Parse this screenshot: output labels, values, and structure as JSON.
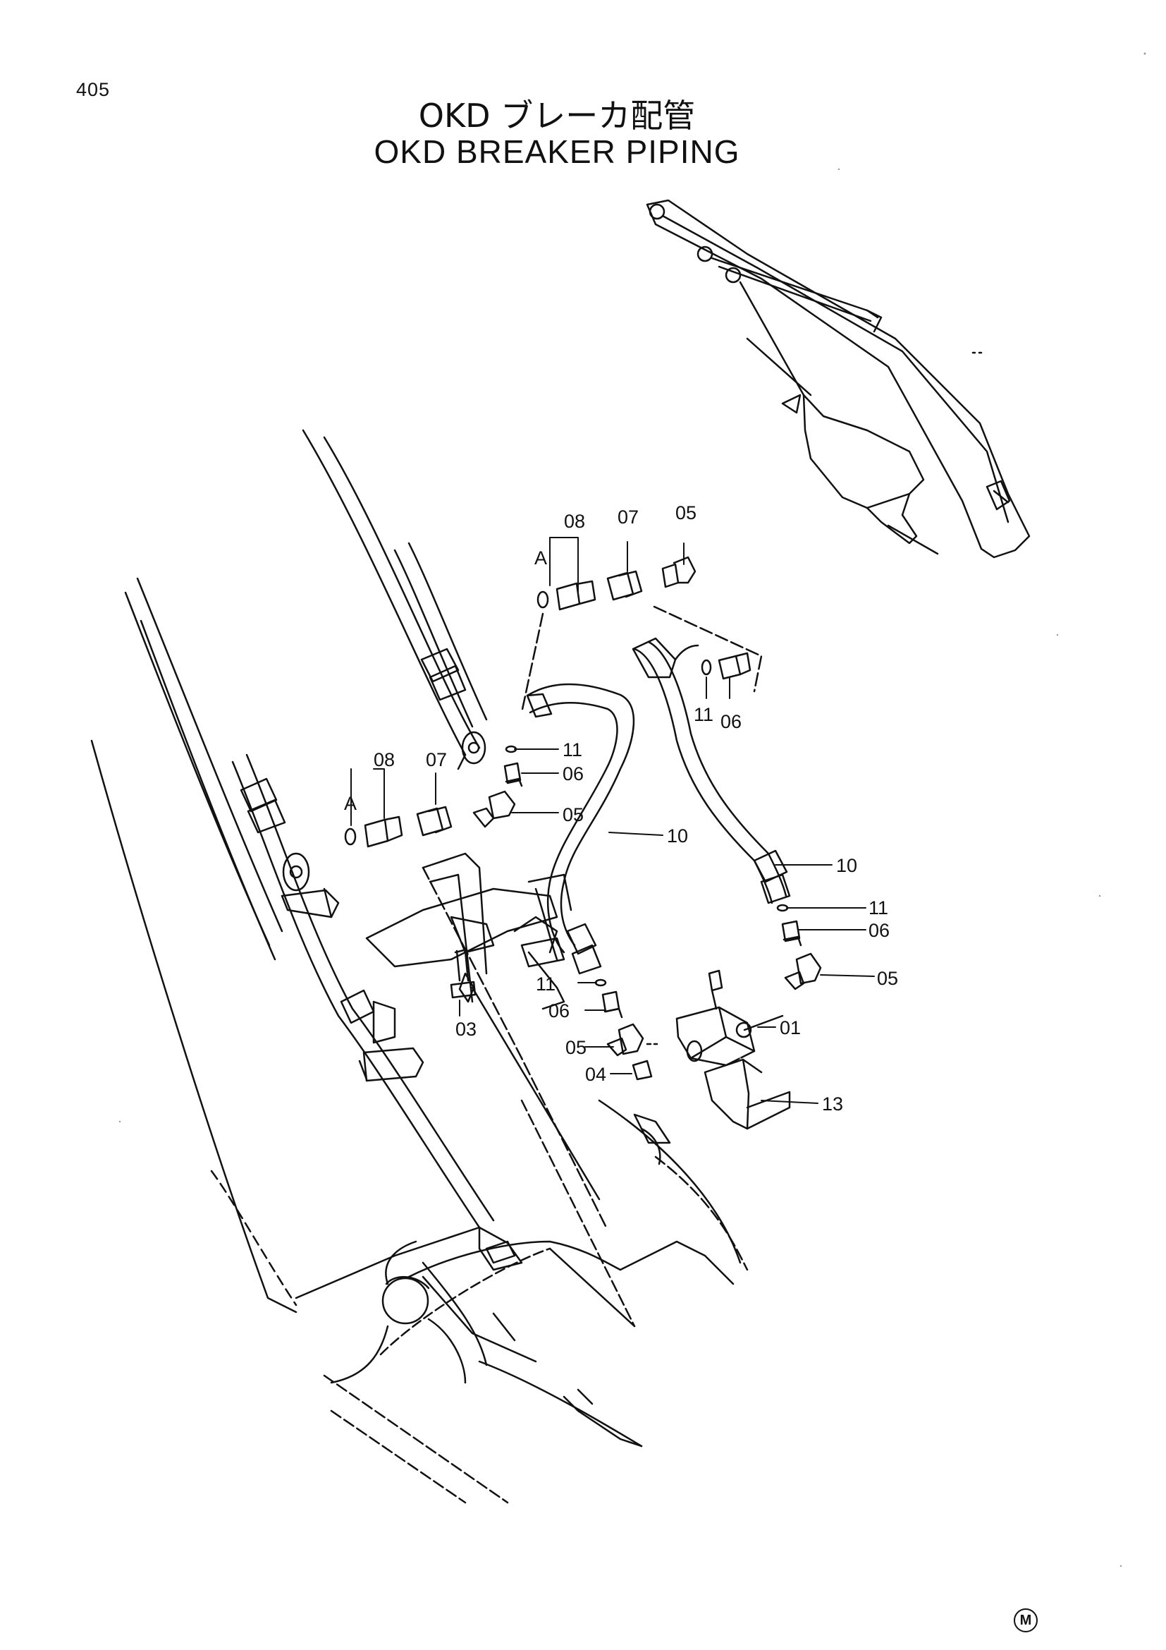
{
  "page": {
    "number": "405",
    "title_jp": "OKD ブレーカ配管",
    "title_en": "OKD BREAKER PIPING",
    "mark": "M"
  },
  "callouts": {
    "upper_08": "08",
    "upper_07": "07",
    "upper_05": "05",
    "upper_A": "A",
    "upper_11": "11",
    "upper_06": "06",
    "mid_11": "11",
    "mid_06": "06",
    "mid_05": "05",
    "left_08": "08",
    "left_07": "07",
    "left_A": "A",
    "hose_10_left": "10",
    "hose_10_right": "10",
    "right_11": "11",
    "right_06": "06",
    "right_05": "05",
    "valve_01": "01",
    "bolt_03": "03",
    "low_11": "11",
    "low_06": "06",
    "low_05": "05",
    "low_04": "04",
    "bracket_13": "13"
  }
}
